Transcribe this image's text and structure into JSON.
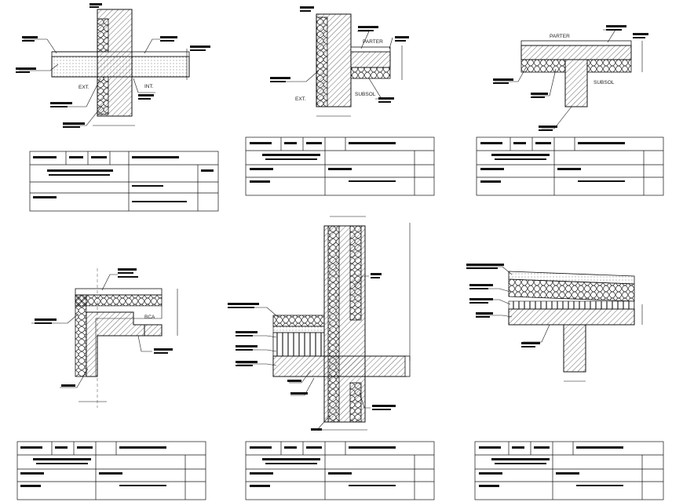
{
  "labels": {
    "ext": "EXT.",
    "int": "INT.",
    "parter": "PARTER",
    "subsol": "SUBSOL",
    "bca": "BCA"
  },
  "colors": {
    "ink": "#1a1a1a",
    "hatch": "#444444",
    "paper": "#ffffff"
  }
}
